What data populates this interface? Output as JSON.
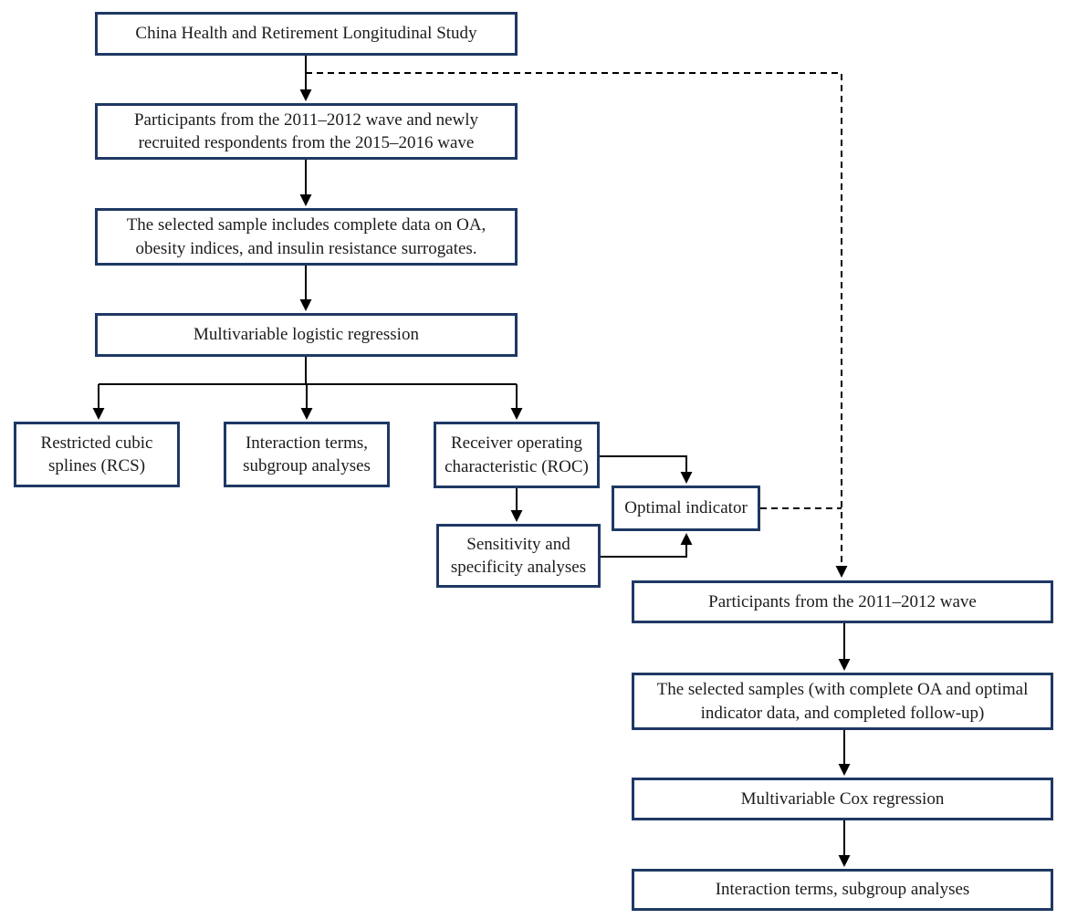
{
  "diagram": {
    "type": "flowchart",
    "colors": {
      "box_border": "#1f3864",
      "box_fill": "#ffffff",
      "connector": "#000000",
      "text": "#1c1c1c"
    },
    "nodes": {
      "charls": "China Health and Retirement Longitudinal Study",
      "wave_recruited": "Participants from the 2011–2012 wave and newly recruited respondents from the 2015–2016 wave",
      "selected_sample": "The selected sample includes complete data on OA, obesity indices, and insulin resistance surrogates.",
      "logistic": "Multivariable logistic regression",
      "rcs": "Restricted cubic splines (RCS)",
      "interaction_1": "Interaction terms, subgroup analyses",
      "roc": "Receiver operating characteristic (ROC)",
      "optimal": "Optimal indicator",
      "sensitivity": "Sensitivity and specificity analyses",
      "wave_2011": "Participants from the 2011–2012 wave",
      "selected_samples_followup": "The selected samples (with complete OA and optimal indicator data, and completed follow-up)",
      "cox": "Multivariable Cox regression",
      "interaction_2": "Interaction terms, subgroup analyses"
    },
    "edges": [
      {
        "from": "charls",
        "to": "wave_recruited",
        "style": "solid"
      },
      {
        "from": "wave_recruited",
        "to": "selected_sample",
        "style": "solid"
      },
      {
        "from": "selected_sample",
        "to": "logistic",
        "style": "solid"
      },
      {
        "from": "logistic",
        "to": "rcs",
        "style": "solid"
      },
      {
        "from": "logistic",
        "to": "interaction_1",
        "style": "solid"
      },
      {
        "from": "logistic",
        "to": "roc",
        "style": "solid"
      },
      {
        "from": "roc",
        "to": "optimal",
        "style": "solid"
      },
      {
        "from": "roc",
        "to": "sensitivity",
        "style": "solid"
      },
      {
        "from": "sensitivity",
        "to": "optimal",
        "style": "solid"
      },
      {
        "from": "charls",
        "to": "wave_2011",
        "style": "dashed"
      },
      {
        "from": "optimal",
        "to": "wave_2011",
        "style": "dashed"
      },
      {
        "from": "wave_2011",
        "to": "selected_samples_followup",
        "style": "solid"
      },
      {
        "from": "selected_samples_followup",
        "to": "cox",
        "style": "solid"
      },
      {
        "from": "cox",
        "to": "interaction_2",
        "style": "solid"
      }
    ]
  }
}
